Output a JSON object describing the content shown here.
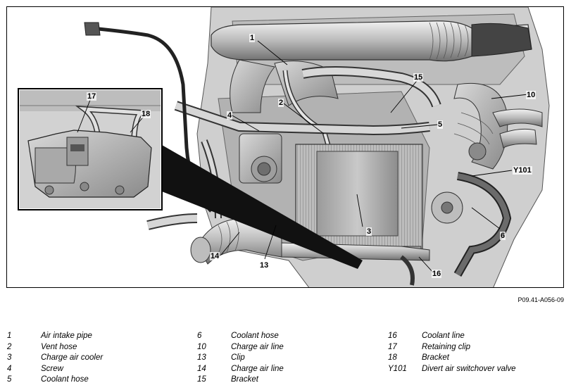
{
  "figure": {
    "image_name": "engine-compartment-diagram",
    "callouts": [
      "1",
      "2",
      "3",
      "4",
      "5",
      "6",
      "10",
      "13",
      "14",
      "15",
      "16",
      "17",
      "18",
      "Y101"
    ],
    "code": "P09.41-A056-09"
  },
  "legend": {
    "columns": [
      [
        {
          "num": "1",
          "text": "Air intake pipe"
        },
        {
          "num": "2",
          "text": "Vent hose"
        },
        {
          "num": "3",
          "text": "Charge air cooler"
        },
        {
          "num": "4",
          "text": "Screw"
        },
        {
          "num": "5",
          "text": "Coolant hose"
        }
      ],
      [
        {
          "num": "6",
          "text": "Coolant hose"
        },
        {
          "num": "10",
          "text": "Charge air line"
        },
        {
          "num": "13",
          "text": "Clip"
        },
        {
          "num": "14",
          "text": "Charge air line"
        },
        {
          "num": "15",
          "text": "Bracket"
        }
      ],
      [
        {
          "num": "16",
          "text": "Coolant line"
        },
        {
          "num": "17",
          "text": "Retaining clip"
        },
        {
          "num": "18",
          "text": "Bracket"
        },
        {
          "num": "Y101",
          "text": "Divert air switchover valve"
        }
      ]
    ]
  }
}
